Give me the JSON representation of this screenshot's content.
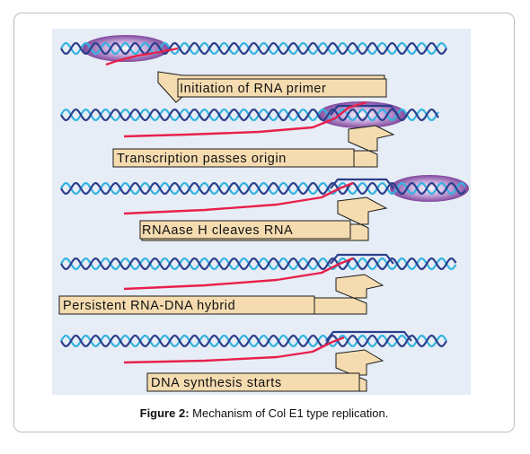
{
  "figure": {
    "steps": [
      "Initiation of RNA primer",
      "Transcription passes origin",
      "RNAase H cleaves RNA",
      "Persistent RNA-DNA hybrid",
      "DNA synthesis starts"
    ],
    "caption_label": "Figure 2:",
    "caption_text": " Mechanism of Col E1 type replication."
  },
  "colors": {
    "panel_bg": "#e7edf6",
    "dna_strand_dark": "#2c3f8c",
    "dna_strand_light": "#33b3e0",
    "rna": "#e8204a",
    "rnap": "#9b63b8",
    "arrow_fill": "#f5dcb0",
    "label_fill": "#f5dcb0"
  }
}
